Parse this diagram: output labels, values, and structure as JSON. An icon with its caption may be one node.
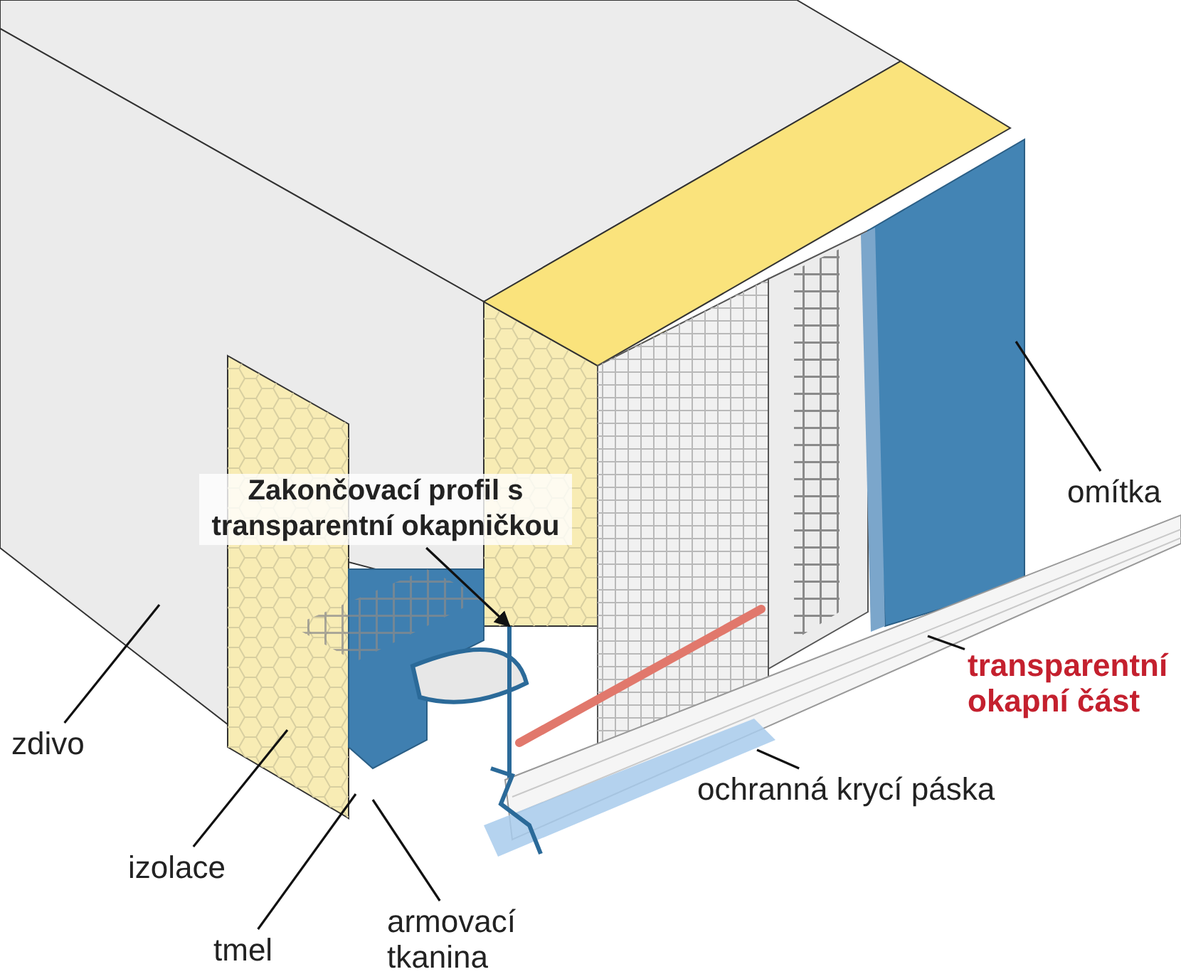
{
  "diagram": {
    "nodes": [
      {
        "text": [
          "Zakončovací profil s transparentní okapničkou"
        ]
      },
      {
        "text": [
          "zdivo"
        ]
      },
      {
        "text": [
          "izolace"
        ]
      },
      {
        "text": [
          "tmel"
        ]
      },
      {
        "text": [
          "armovací tkanina"
        ]
      },
      {
        "text": [
          "omítka"
        ]
      },
      {
        "text": [
          "transparentní okapní část"
        ]
      },
      {
        "text": [
          "ochranná krycí páska"
        ]
      }
    ],
    "edges": [
      {
        "from": 0,
        "to": null,
        "arrow": "to"
      },
      {
        "from": 1,
        "to": null,
        "arrow": "none"
      },
      {
        "from": 2,
        "to": null,
        "arrow": "none"
      },
      {
        "from": 3,
        "to": null,
        "arrow": "none"
      },
      {
        "from": 4,
        "to": null,
        "arrow": "none"
      },
      {
        "from": 5,
        "to": null,
        "arrow": "none"
      },
      {
        "from": 6,
        "to": null,
        "arrow": "none"
      },
      {
        "from": 7,
        "to": null,
        "arrow": "none"
      }
    ]
  }
}
